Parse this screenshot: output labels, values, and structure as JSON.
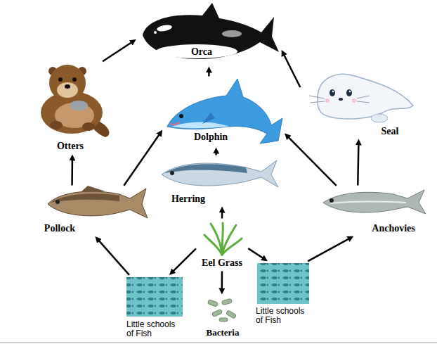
{
  "diagram": {
    "nodes": [
      {
        "text": [
          "Orca"
        ]
      },
      {
        "text": [
          "Otters"
        ]
      },
      {
        "text": [
          "Dolphin"
        ]
      },
      {
        "text": [
          "Seal"
        ]
      },
      {
        "text": [
          "Herring"
        ]
      },
      {
        "text": [
          "Pollock"
        ]
      },
      {
        "text": [
          "Anchovies"
        ]
      },
      {
        "text": [
          "Eel Grass"
        ]
      },
      {
        "text": [
          "Little schools of Fish"
        ]
      },
      {
        "text": [
          "Bacteria"
        ]
      },
      {
        "text": [
          "Little schools of Fish"
        ]
      }
    ],
    "edges": [
      {
        "from": 1,
        "to": 0,
        "arrow": "to"
      },
      {
        "from": 2,
        "to": 0,
        "arrow": "to"
      },
      {
        "from": 3,
        "to": 0,
        "arrow": "to"
      },
      {
        "from": 5,
        "to": 1,
        "arrow": "to"
      },
      {
        "from": 5,
        "to": 2,
        "arrow": "to"
      },
      {
        "from": 4,
        "to": 2,
        "arrow": "to"
      },
      {
        "from": 6,
        "to": 2,
        "arrow": "to"
      },
      {
        "from": 6,
        "to": 3,
        "arrow": "to"
      },
      {
        "from": 7,
        "to": 4,
        "arrow": "to"
      },
      {
        "from": 7,
        "to": 8,
        "arrow": "to"
      },
      {
        "from": 7,
        "to": 9,
        "arrow": "to"
      },
      {
        "from": 7,
        "to": 10,
        "arrow": "to"
      },
      {
        "from": 8,
        "to": 5,
        "arrow": "to"
      },
      {
        "from": 10,
        "to": 6,
        "arrow": "to"
      }
    ]
  }
}
